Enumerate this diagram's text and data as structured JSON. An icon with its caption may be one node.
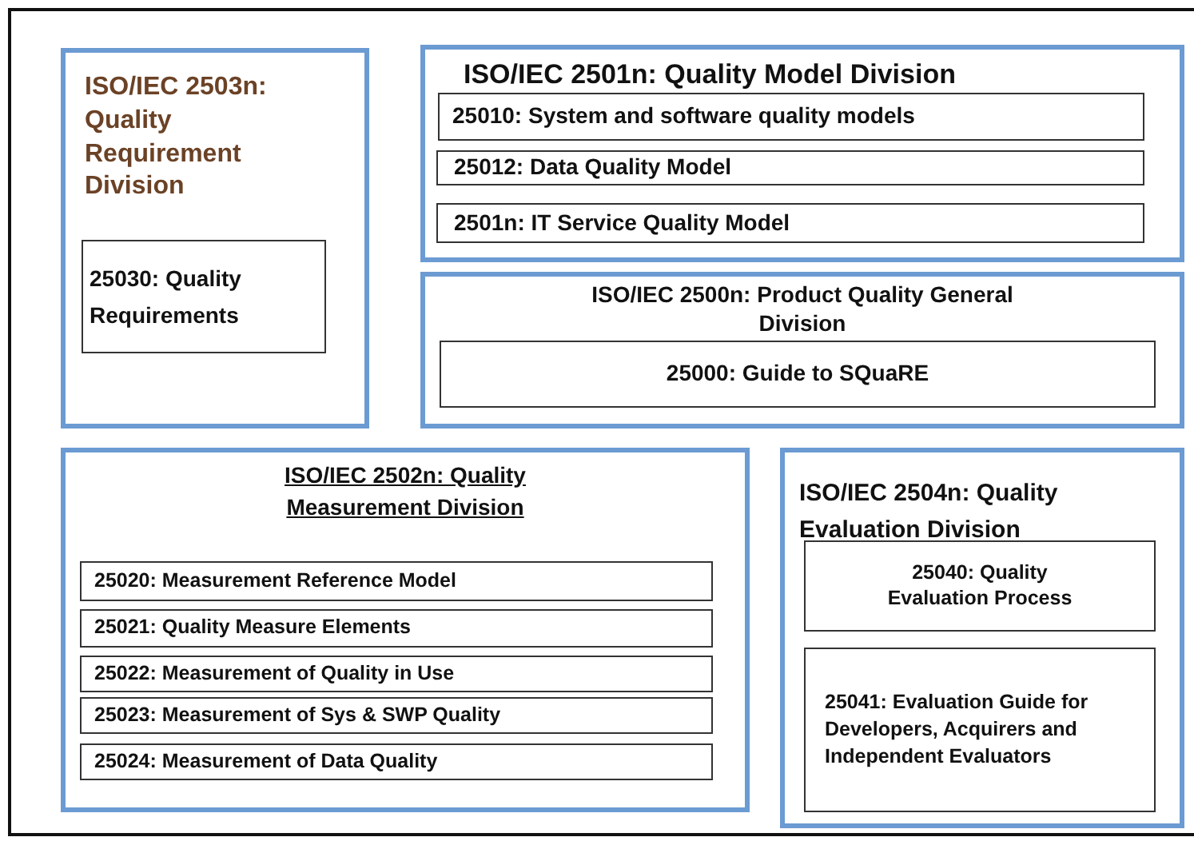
{
  "diagram": {
    "nodes": [
      {
        "text": [
          "ISO/IEC 2503n: Quality Requirement Division"
        ]
      },
      {
        "text": [
          "25030: Quality Requirements"
        ],
        "in": 0
      },
      {
        "text": [
          "ISO/IEC 2501n: Quality Model Division"
        ]
      },
      {
        "text": [
          "25010: System and software quality models"
        ],
        "in": 2
      },
      {
        "text": [
          "25012: Data Quality Model"
        ],
        "in": 2
      },
      {
        "text": [
          "2501n: IT Service Quality Model"
        ],
        "in": 2
      },
      {
        "text": [
          "ISO/IEC 2500n: Product Quality General Division"
        ]
      },
      {
        "text": [
          "25000: Guide to SQuaRE"
        ],
        "in": 6
      },
      {
        "text": [
          "ISO/IEC 2502n: Quality Measurement Division"
        ]
      },
      {
        "text": [
          "25020: Measurement Reference Model"
        ],
        "in": 8
      },
      {
        "text": [
          "25021: Quality Measure Elements"
        ],
        "in": 8
      },
      {
        "text": [
          "25022: Measurement of Quality in Use"
        ],
        "in": 8
      },
      {
        "text": [
          "25023: Measurement of Sys & SWP Quality"
        ],
        "in": 8
      },
      {
        "text": [
          "25024: Measurement of Data Quality"
        ],
        "in": 8
      },
      {
        "text": [
          "ISO/IEC 2504n: Quality Evaluation Division"
        ]
      },
      {
        "text": [
          "25040: Quality Evaluation Process"
        ],
        "in": 14
      },
      {
        "text": [
          "25041: Evaluation Guide for Developers, Acquirers and Independent Evaluators"
        ],
        "in": 14
      }
    ]
  }
}
